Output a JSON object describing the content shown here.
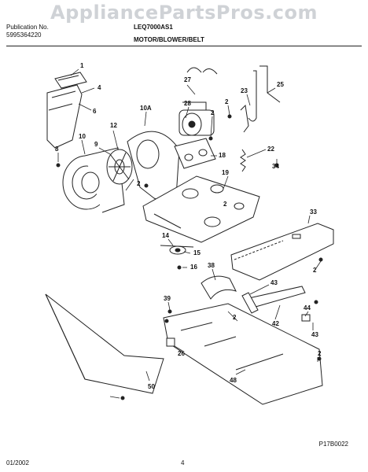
{
  "watermark": "AppliancePartsPros.com",
  "header": {
    "pub_label": "Publication No.",
    "pub_number": "5995364220",
    "model": "LEQ7000AS1",
    "section": "MOTOR/BLOWER/BELT"
  },
  "callouts": [
    "1",
    "4",
    "6",
    "8",
    "10",
    "9",
    "12",
    "10A",
    "2",
    "27",
    "28",
    "2",
    "2",
    "18",
    "22",
    "34",
    "23",
    "25",
    "19",
    "2",
    "33",
    "14",
    "15",
    "16",
    "38",
    "43",
    "2",
    "39",
    "44",
    "42",
    "43",
    "26",
    "2",
    "48",
    "2",
    "50"
  ],
  "footer": {
    "diagram_code": "P17B0022",
    "date": "01/2002",
    "page": "4"
  }
}
